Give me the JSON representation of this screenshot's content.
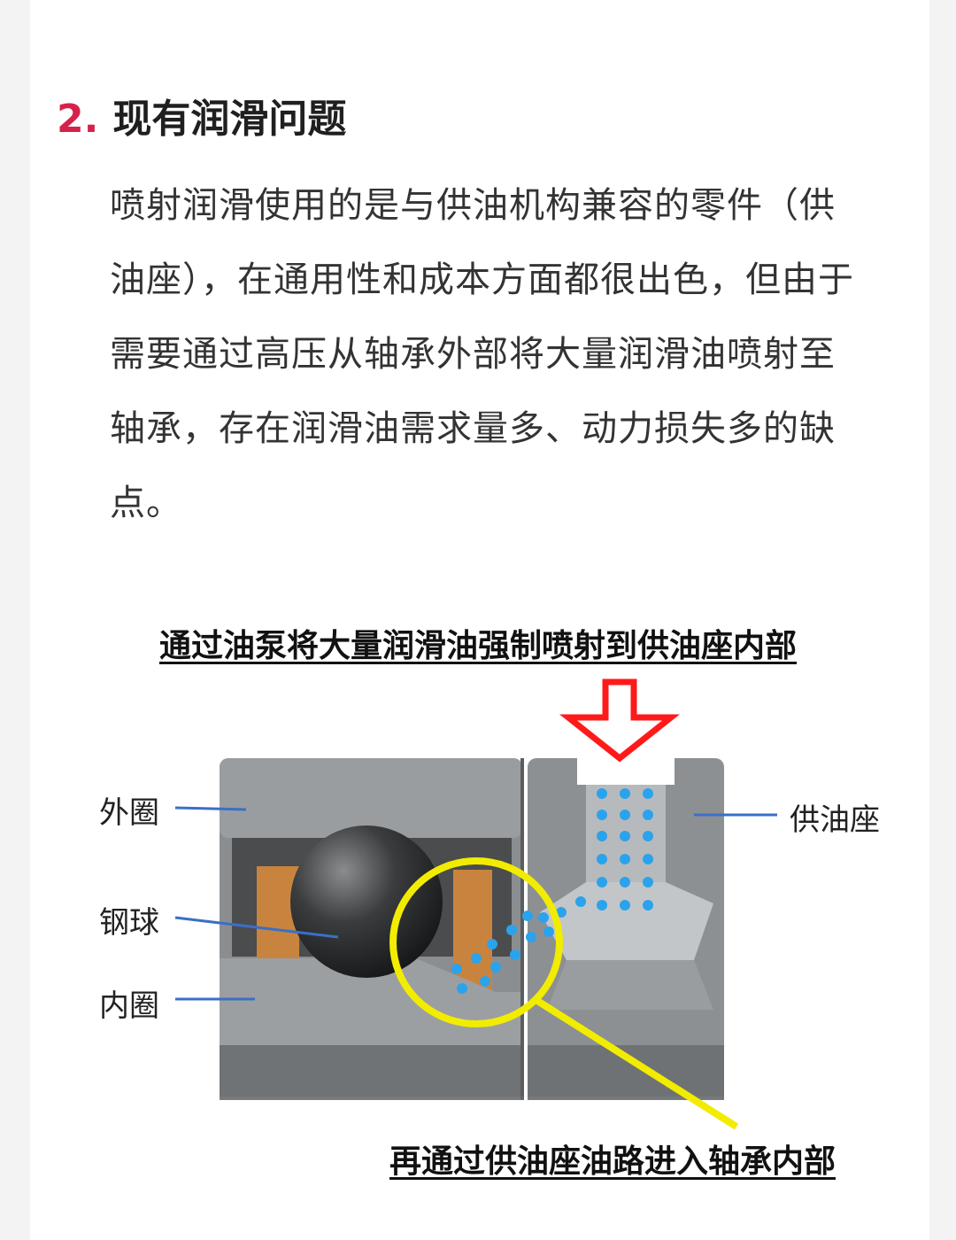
{
  "section": {
    "number": "2.",
    "title": "现有润滑问题"
  },
  "paragraph": {
    "lines": [
      "喷射润滑使用的是与供油机构兼容的零件（供",
      "油座），在通用性和成本方面都很出色，但由于",
      "需要通过高压从轴承外部将大量润滑油喷射至",
      "轴承，存在润滑油需求量多、动力损失多的缺",
      "点。"
    ]
  },
  "figure": {
    "top_caption": "通过油泵将大量润滑油强制喷射到供油座内部",
    "bottom_caption": "再通过供油座油路进入轴承内部",
    "labels": {
      "outer_ring": "外圈",
      "steel_ball": "钢球",
      "inner_ring": "内圈",
      "oil_seat": "供油座"
    },
    "colors": {
      "arrow": "#ff1a1a",
      "highlight_circle": "#f2ec00",
      "oil_dots": "#2aa3ec",
      "leader_lines": "#3b6fc6",
      "section_number": "#d6214a"
    }
  }
}
